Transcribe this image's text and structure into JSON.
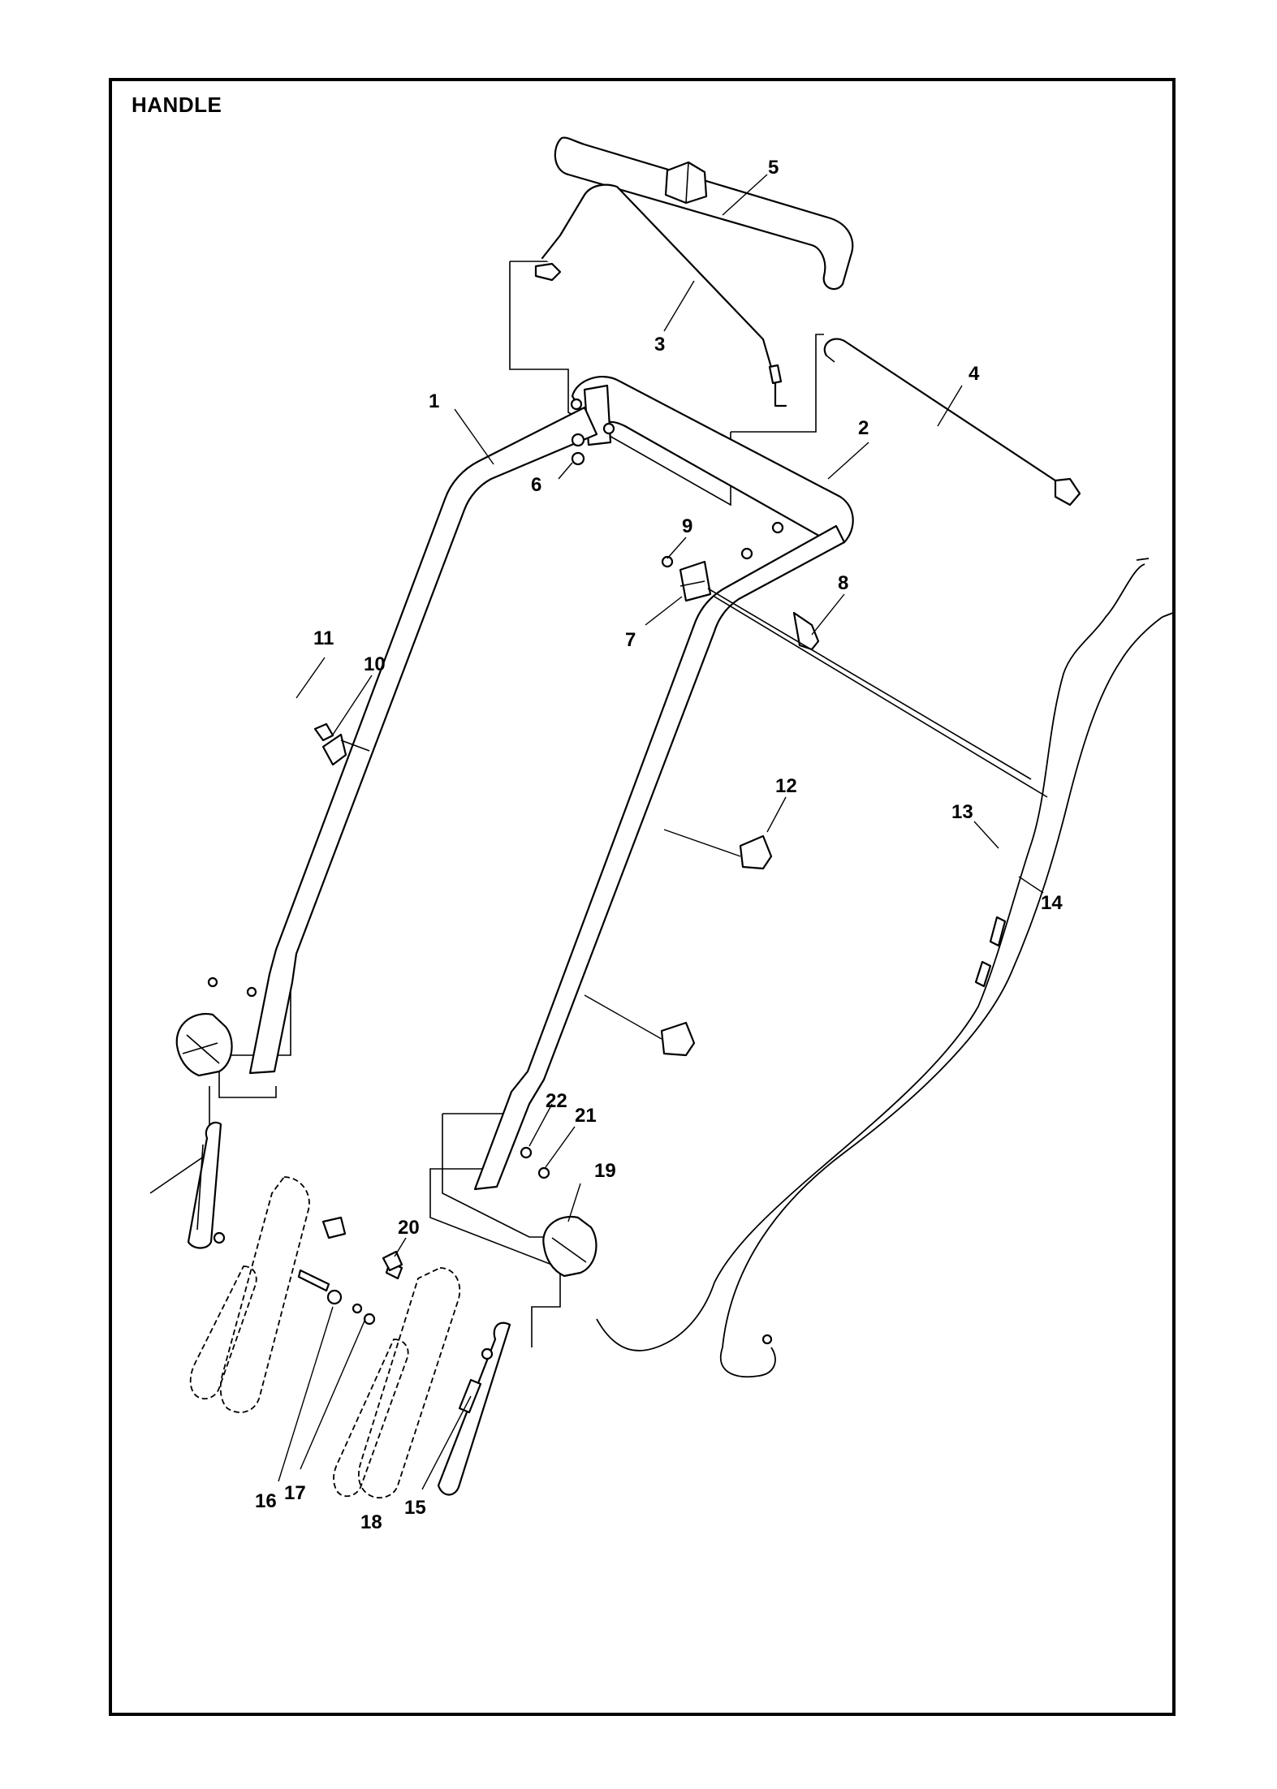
{
  "title": "HANDLE",
  "callouts": [
    {
      "id": "1",
      "text": "1"
    },
    {
      "id": "2",
      "text": "2"
    },
    {
      "id": "3",
      "text": "3"
    },
    {
      "id": "4",
      "text": "4"
    },
    {
      "id": "5",
      "text": "5"
    },
    {
      "id": "6",
      "text": "6"
    },
    {
      "id": "7",
      "text": "7"
    },
    {
      "id": "8",
      "text": "8"
    },
    {
      "id": "9",
      "text": "9"
    },
    {
      "id": "10",
      "text": "10"
    },
    {
      "id": "11",
      "text": "11"
    },
    {
      "id": "12",
      "text": "12"
    },
    {
      "id": "13",
      "text": "13"
    },
    {
      "id": "14",
      "text": "14"
    },
    {
      "id": "15",
      "text": "15"
    },
    {
      "id": "16",
      "text": "16"
    },
    {
      "id": "17",
      "text": "17"
    },
    {
      "id": "18",
      "text": "18"
    },
    {
      "id": "19",
      "text": "19"
    },
    {
      "id": "20",
      "text": "20"
    },
    {
      "id": "21",
      "text": "21"
    },
    {
      "id": "22",
      "text": "22"
    }
  ]
}
